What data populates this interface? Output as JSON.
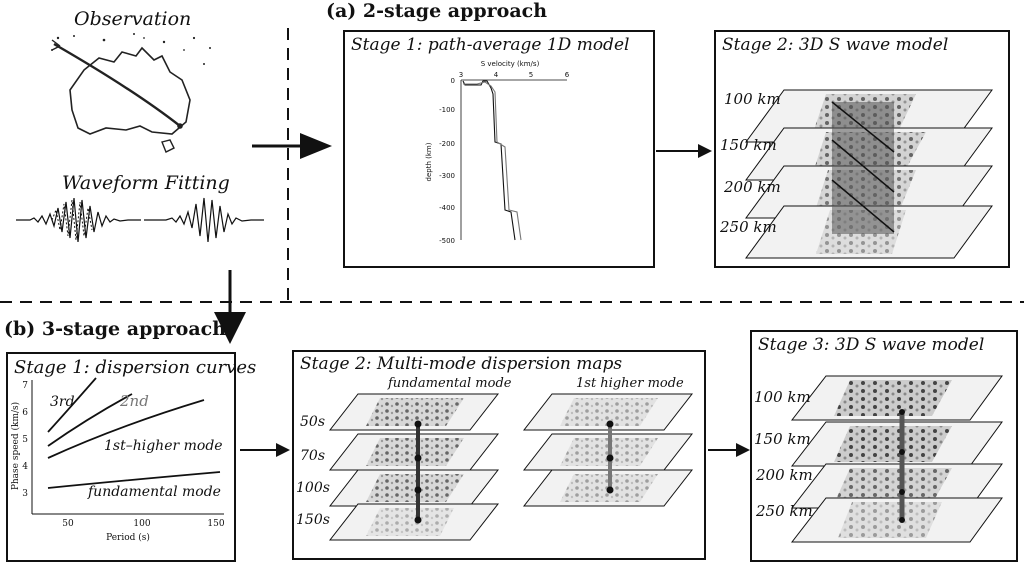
{
  "left": {
    "observation": "Observation",
    "waveform_fitting": "Waveform Fitting"
  },
  "approach_a": {
    "heading": "(a) 2-stage approach",
    "stage1": {
      "title": "Stage 1: path-average 1D model",
      "xlabel": "S velocity (km/s)",
      "ylabel": "depth (km)",
      "xticks": [
        "3",
        "4",
        "5",
        "6"
      ],
      "yticks": [
        "0",
        "-100",
        "-200",
        "-300",
        "-400",
        "-500"
      ]
    },
    "stage2": {
      "title": "Stage 2: 3D S wave model",
      "depths": [
        "100 km",
        "150 km",
        "200 km",
        "250 km"
      ]
    }
  },
  "approach_b": {
    "heading": "(b) 3-stage approach",
    "stage1": {
      "title": "Stage 1: dispersion curves",
      "ylabel": "Phase speed (km/s)",
      "xlabel": "Period (s)",
      "yticks": [
        "7",
        "6",
        "5",
        "4",
        "3"
      ],
      "xticks": [
        "50",
        "100",
        "150"
      ],
      "curve_labels": {
        "third": "3rd",
        "second": "2nd",
        "first": "1st–higher mode",
        "fundamental": "fundamental mode"
      }
    },
    "stage2": {
      "title": "Stage 2: Multi-mode dispersion maps",
      "fundamental": "fundamental mode",
      "higher": "1st higher mode",
      "periods": [
        "50s",
        "70s",
        "100s",
        "150s"
      ]
    },
    "stage3": {
      "title": "Stage 3: 3D S wave model",
      "depths": [
        "100 km",
        "150 km",
        "200 km",
        "250 km"
      ]
    }
  }
}
